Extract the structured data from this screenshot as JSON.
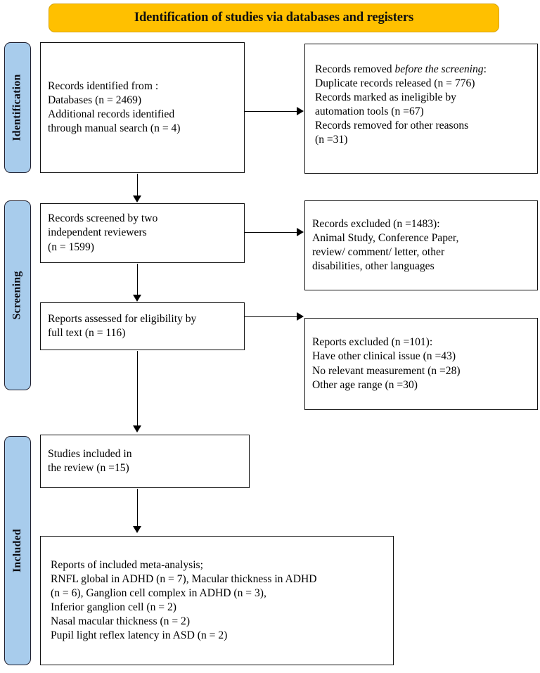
{
  "diagram": {
    "type": "prisma-flow-diagram",
    "title": "Identification of studies via databases and registers",
    "colors": {
      "header_fill": "#FFC000",
      "stage_label_fill": "#A8CCEC",
      "box_border": "#111111",
      "text": "#000000"
    },
    "stages": [
      {
        "id": "identification",
        "label": "Identification"
      },
      {
        "id": "screening",
        "label": "Screening"
      },
      {
        "id": "included",
        "label": "Included"
      }
    ],
    "boxes": {
      "records_identified": {
        "name": "records-identified-box",
        "text": "Records identified from  :\n    Databases (n = 2469)\n    Additional records identified\n    through manual search (n = 4)"
      },
      "records_removed": {
        "name": "records-removed-box",
        "lead": "Records removed ",
        "lead_italic": "before the screening",
        "lead_tail": ":",
        "text": "    Duplicate records released (n = 776)\n    Records marked as ineligible by\n    automation tools (n =67)\n    Records removed for other reasons\n    (n =31)"
      },
      "records_screened": {
        "name": "records-screened-box",
        "text": "Records screened by two\nindependent reviewers\n(n = 1599)"
      },
      "records_excluded": {
        "name": "records-excluded-box",
        "text": "Records excluded (n =1483):\nAnimal Study, Conference Paper,\nreview/ comment/ letter, other\ndisabilities, other languages"
      },
      "reports_assessed": {
        "name": "reports-assessed-box",
        "text": "Reports assessed for eligibility by\nfull text (n = 116)"
      },
      "reports_excluded": {
        "name": "reports-excluded-box",
        "text": "Reports excluded (n =101):\n    Have other clinical issue (n =43)\n    No relevant measurement (n =28)\n    Other age range (n =30)"
      },
      "studies_included": {
        "name": "studies-included-box",
        "text": "Studies included in\nthe review (n =15)"
      },
      "reports_meta": {
        "name": "reports-meta-analysis-box",
        "text": "Reports of included meta-analysis;\nRNFL global in ADHD (n = 7), Macular thickness in ADHD\n(n = 6), Ganglion cell complex in ADHD (n = 3),\nInferior ganglion cell (n = 2)\nNasal macular thickness (n = 2)\nPupil light reflex latency in ASD (n = 2)"
      }
    },
    "counts": {
      "databases": 2469,
      "additional_manual_search": 4,
      "duplicates_removed": 776,
      "ineligible_automation": 67,
      "removed_other_reasons": 31,
      "records_screened": 1599,
      "records_excluded": 1483,
      "reports_assessed": 116,
      "reports_excluded": 101,
      "excluded_clinical_issue": 43,
      "excluded_no_measurement": 28,
      "excluded_age_range": 30,
      "studies_included": 15,
      "rnfl_global_adhd": 7,
      "macular_thickness_adhd": 6,
      "ganglion_cell_complex_adhd": 3,
      "inferior_ganglion_cell": 2,
      "nasal_macular_thickness": 2,
      "pupil_light_reflex_asd": 2
    }
  }
}
